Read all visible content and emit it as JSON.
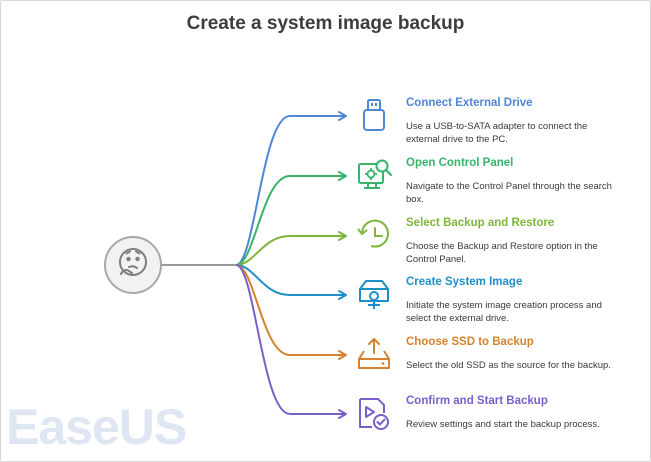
{
  "title": "Create a system image backup",
  "watermark": "EaseUS",
  "steps": [
    {
      "title": "Connect External Drive",
      "desc": "Use a USB-to-SATA adapter to connect the external drive to the PC.",
      "color": "#4f86d6",
      "icon": "usb-icon"
    },
    {
      "title": "Open Control Panel",
      "desc": "Navigate to the Control Panel through the search box.",
      "color": "#37b36a",
      "icon": "control-panel-search-icon"
    },
    {
      "title": "Select Backup and Restore",
      "desc": "Choose the Backup and Restore option in the Control Panel.",
      "color": "#7db63a",
      "icon": "restore-clock-icon"
    },
    {
      "title": "Create System Image",
      "desc": "Initiate the system image creation process and select the external drive.",
      "color": "#1e8fc8",
      "icon": "hard-drive-icon"
    },
    {
      "title": "Choose SSD to Backup",
      "desc": "Select the old SSD as the source for the backup.",
      "color": "#d5822e",
      "icon": "upload-drive-icon"
    },
    {
      "title": "Confirm and Start Backup",
      "desc": "Review settings and start the backup process.",
      "color": "#7a5fc8",
      "icon": "confirm-video-icon"
    }
  ],
  "center_icon": "thinking-face-icon",
  "center_color": "#9a9a9a"
}
